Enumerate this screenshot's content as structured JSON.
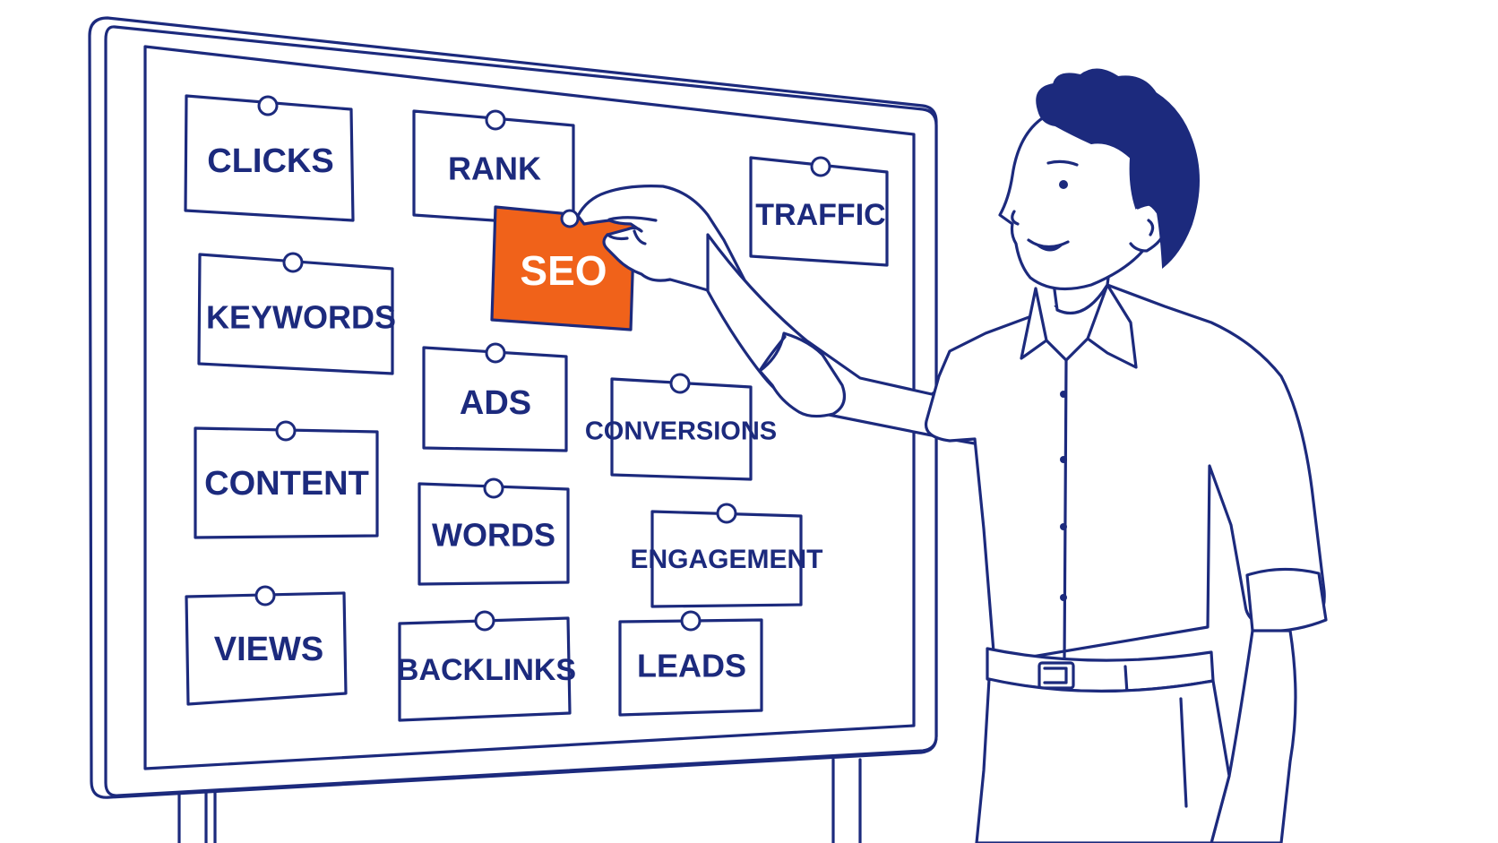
{
  "colors": {
    "ink": "#1c2a7d",
    "accent": "#f0621a",
    "background": "#ffffff"
  },
  "board": {
    "notes": {
      "clicks": "CLICKS",
      "rank": "RANK",
      "traffic": "TRAFFIC",
      "keywords": "KEYWORDS",
      "seo": "SEO",
      "ads": "ADS",
      "conversions": "CONVERSIONS",
      "content": "CONTENT",
      "words": "WORDS",
      "engagement": "ENGAGEMENT",
      "views": "VIEWS",
      "backlinks": "BACKLINKS",
      "leads": "LEADS"
    }
  }
}
